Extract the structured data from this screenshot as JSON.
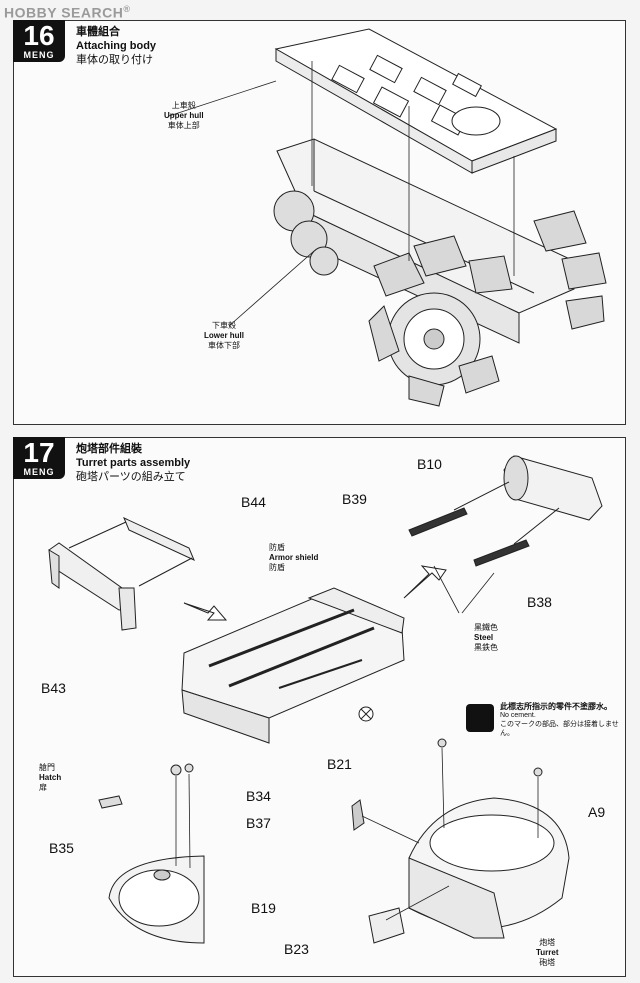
{
  "watermark": "HOBBY SEARCH",
  "watermark_mark": "®",
  "brand": "MENG",
  "steps": [
    {
      "number": "16",
      "title_cn": "車體組合",
      "title_en": "Attaching body",
      "title_jp": "車体の取り付け",
      "labels": {
        "upper_hull": {
          "cn": "上車殼",
          "en": "Upper hull",
          "jp": "車体上部"
        },
        "lower_hull": {
          "cn": "下車殼",
          "en": "Lower hull",
          "jp": "車体下部"
        }
      }
    },
    {
      "number": "17",
      "title_cn": "炮塔部件組裝",
      "title_en": "Turret parts assembly",
      "title_jp": "砲塔パーツの組み立て",
      "labels": {
        "armor_shield": {
          "cn": "防盾",
          "en": "Armor shield",
          "jp": "防盾"
        },
        "steel": {
          "cn": "黑鐵色",
          "en": "Steel",
          "jp": "黒鉄色"
        },
        "hatch": {
          "cn": "艙門",
          "en": "Hatch",
          "jp": "扉"
        },
        "turret": {
          "cn": "炮塔",
          "en": "Turret",
          "jp": "砲塔"
        },
        "no_cement": {
          "cn": "此標志所指示的零件不塗膠水。",
          "en": "No cement.",
          "jp": "このマークの部品、部分は接着しません。"
        }
      },
      "parts": {
        "b10": "B10",
        "b39": "B39",
        "b44": "B44",
        "b38": "B38",
        "b43": "B43",
        "b21": "B21",
        "b34": "B34",
        "b37": "B37",
        "a9": "A9",
        "b35": "B35",
        "b19": "B19",
        "b23": "B23"
      }
    }
  ]
}
